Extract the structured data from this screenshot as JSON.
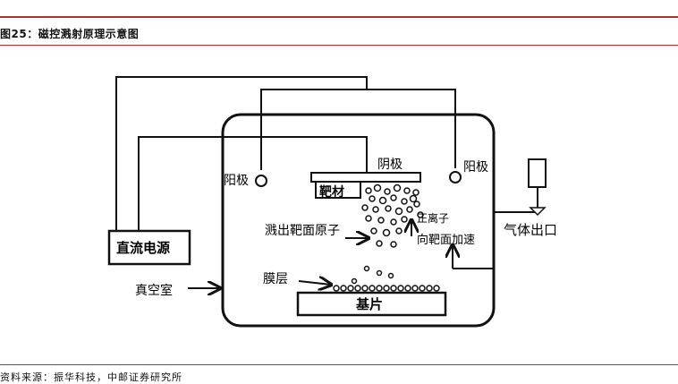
{
  "header": {
    "title": "图25：磁控溅射原理示意图"
  },
  "diagram": {
    "labels": {
      "cathode": "阴极",
      "anode_left": "阳极",
      "anode_right": "阳极",
      "target": "靶材",
      "power": "直流电源",
      "sputtered_atoms": "溅出靶面原子",
      "positive_ions": "正离子",
      "ion_accel": "向靶面加速",
      "gas_outlet": "气体出口",
      "film_layer": "膜层",
      "vacuum_chamber": "真空室",
      "substrate": "基片"
    }
  },
  "footer": {
    "source": "资料来源：振华科技，中邮证券研究所"
  },
  "colors": {
    "accent_rule": "#b0312f",
    "line": "#111111"
  }
}
